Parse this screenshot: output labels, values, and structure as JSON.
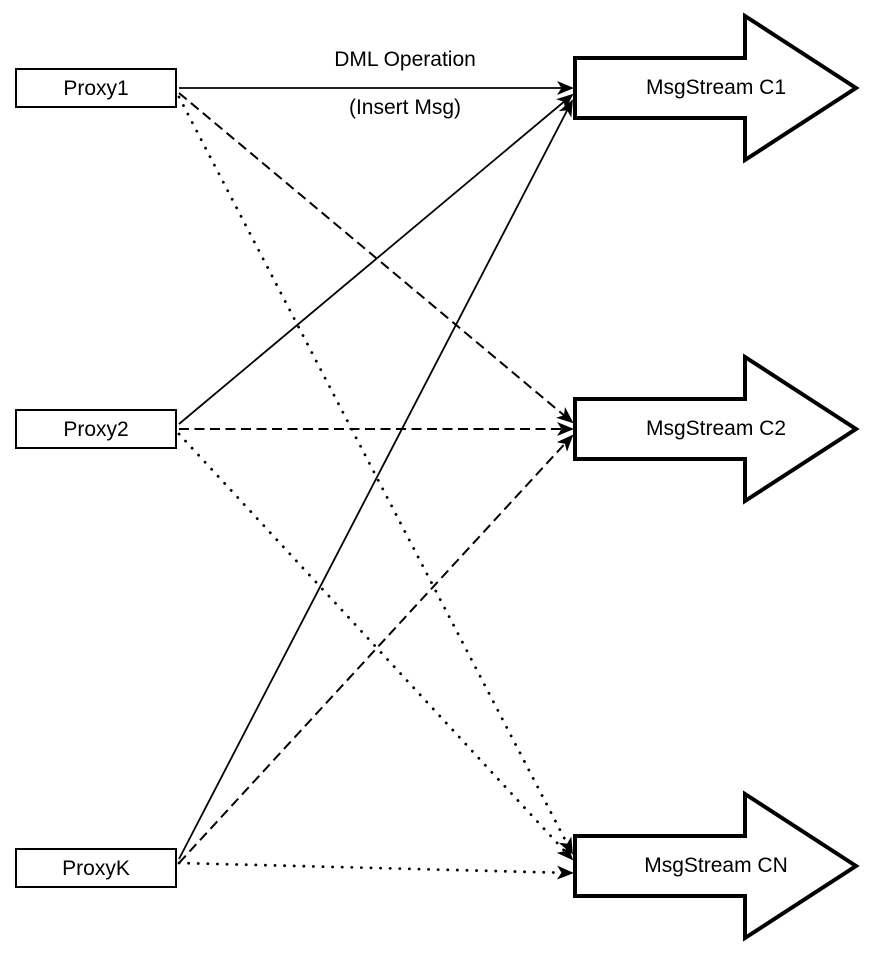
{
  "diagram": {
    "top_label": {
      "line1": "DML Operation",
      "line2": "(Insert Msg)"
    },
    "proxies": [
      {
        "id": "proxy1",
        "label": "Proxy1"
      },
      {
        "id": "proxy2",
        "label": "Proxy2"
      },
      {
        "id": "proxyk",
        "label": "ProxyK"
      }
    ],
    "streams": [
      {
        "id": "c1",
        "label": "MsgStream C1"
      },
      {
        "id": "c2",
        "label": "MsgStream C2"
      },
      {
        "id": "cn",
        "label": "MsgStream CN"
      }
    ],
    "connections": [
      {
        "from": "proxy1",
        "to": "c1",
        "style": "solid"
      },
      {
        "from": "proxy1",
        "to": "c2",
        "style": "dashed"
      },
      {
        "from": "proxy1",
        "to": "cn",
        "style": "dotted"
      },
      {
        "from": "proxy2",
        "to": "c1",
        "style": "solid"
      },
      {
        "from": "proxy2",
        "to": "c2",
        "style": "dashed"
      },
      {
        "from": "proxy2",
        "to": "cn",
        "style": "dotted"
      },
      {
        "from": "proxyk",
        "to": "c1",
        "style": "solid"
      },
      {
        "from": "proxyk",
        "to": "c2",
        "style": "dashed"
      },
      {
        "from": "proxyk",
        "to": "cn",
        "style": "dotted"
      }
    ],
    "colors": {
      "line": "#000000",
      "fill": "#ffffff"
    }
  }
}
